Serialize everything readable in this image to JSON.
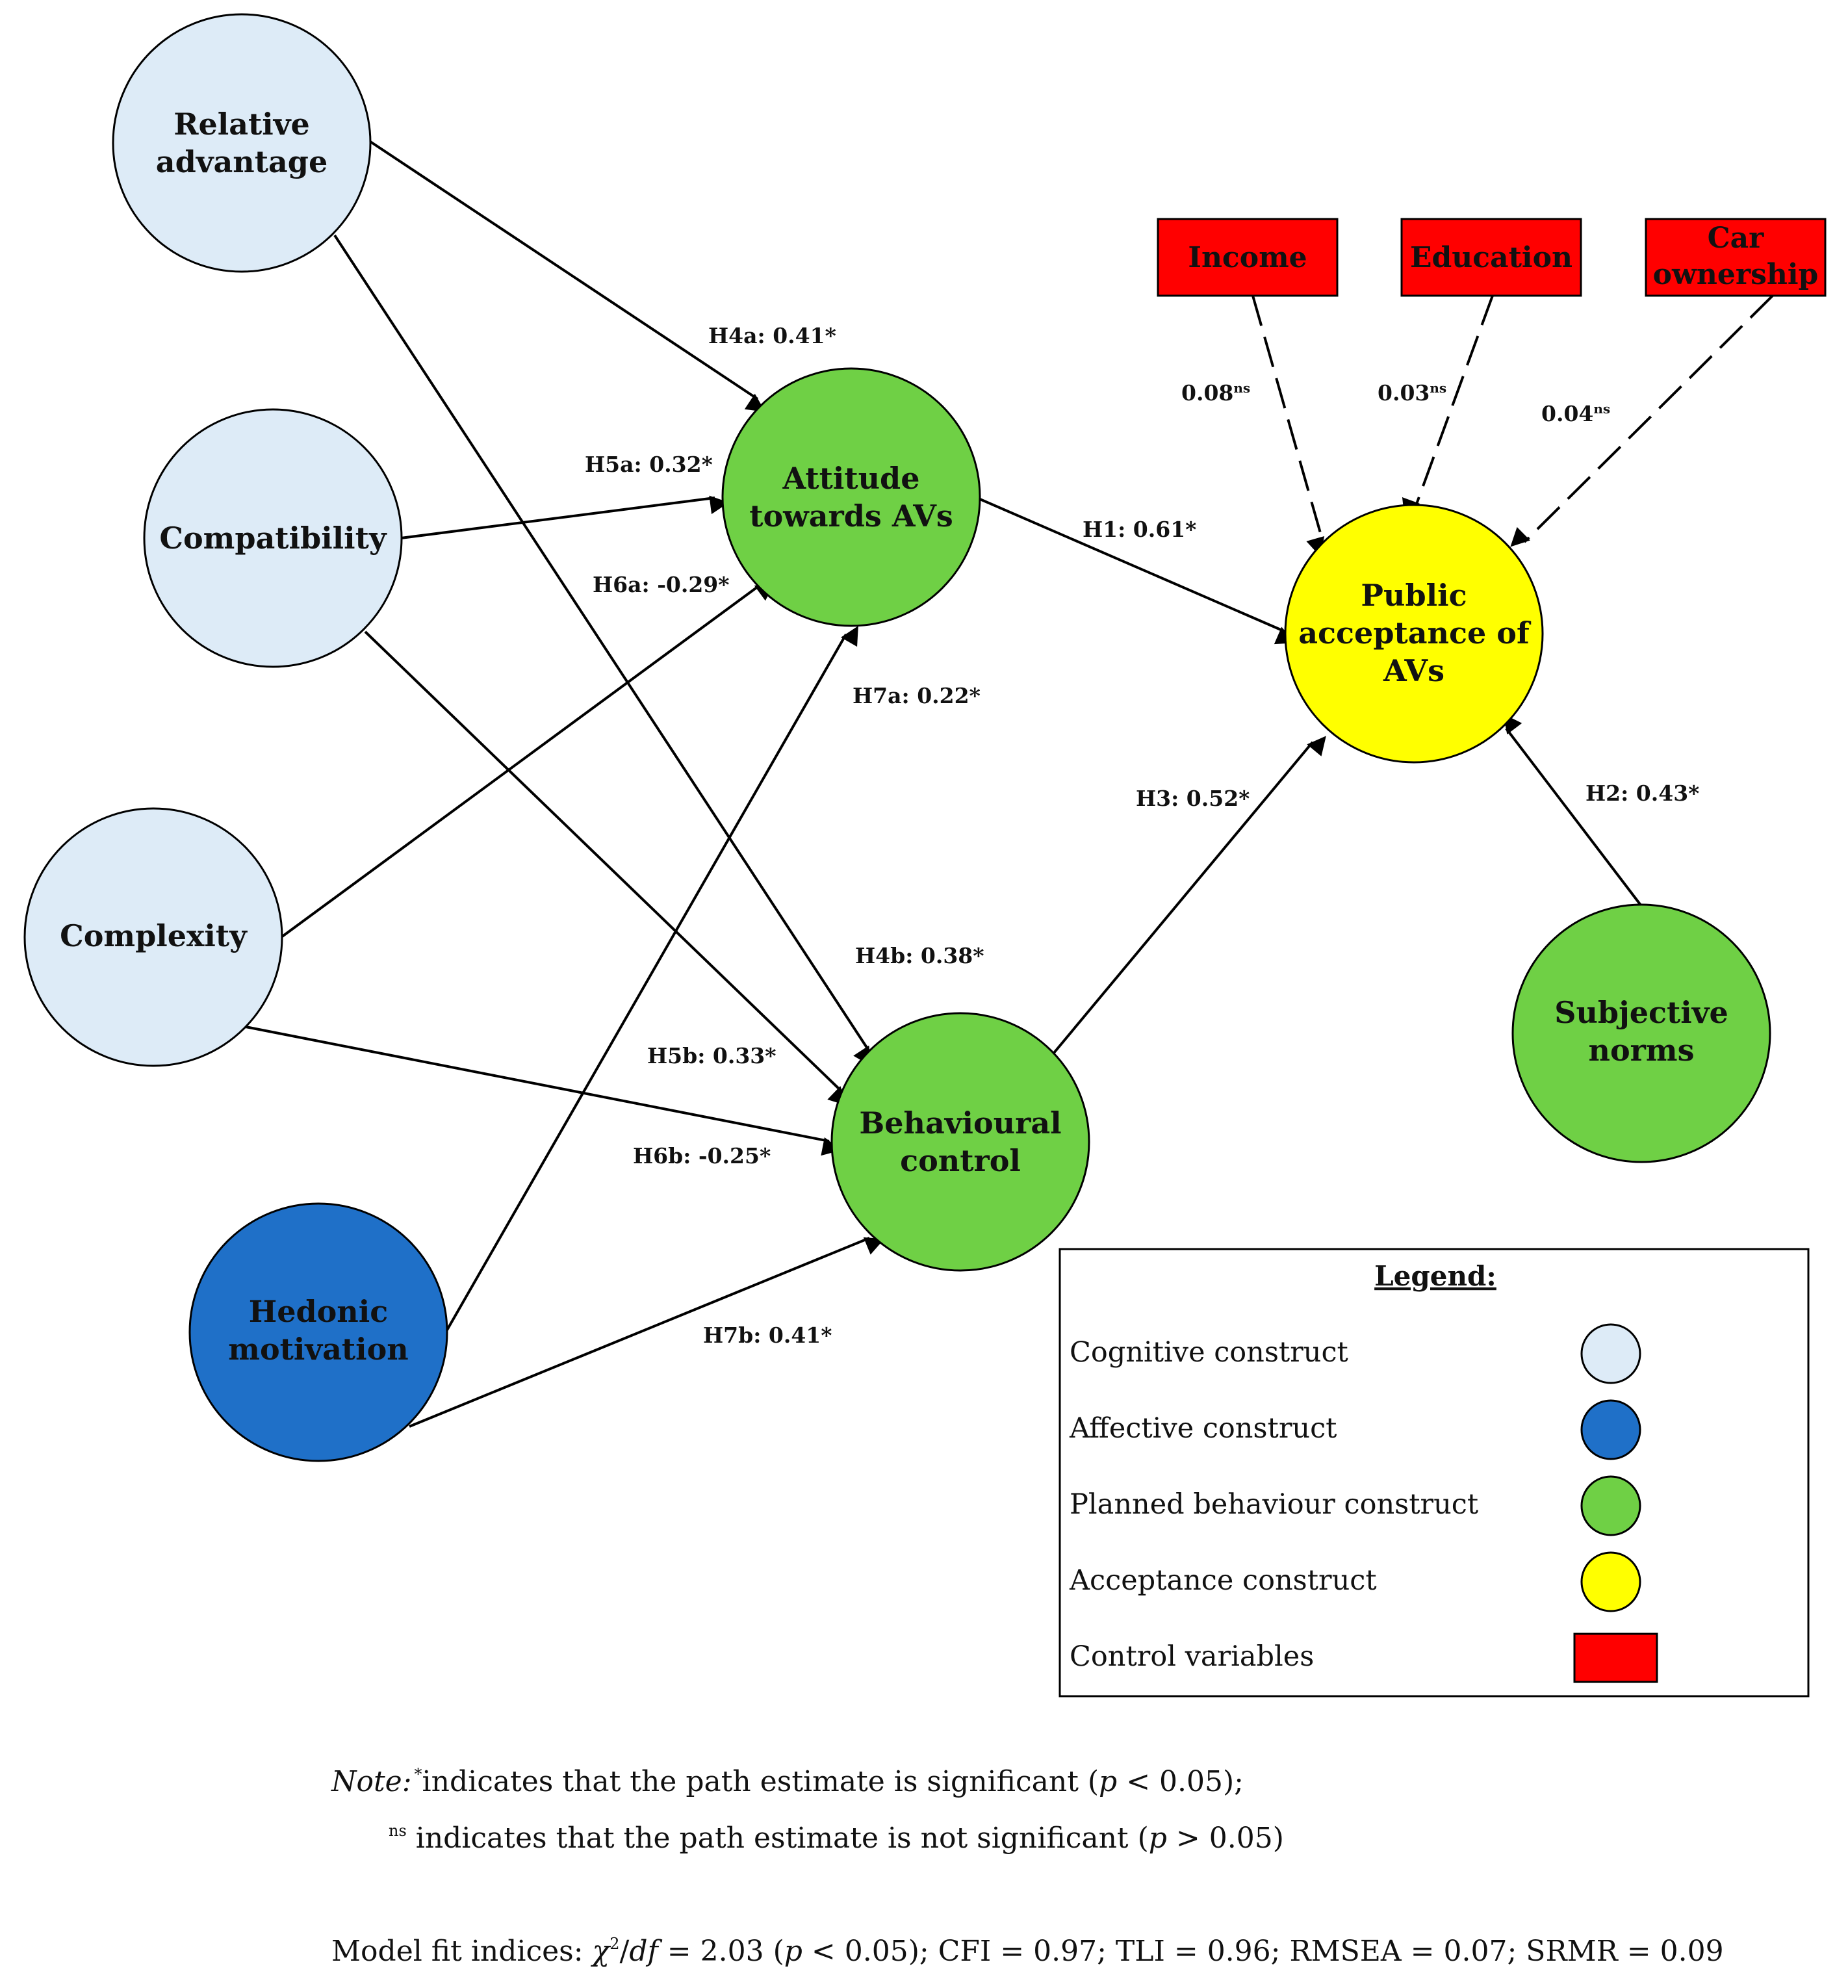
{
  "colors": {
    "cognitive": "#DDEBF7",
    "affective": "#1F70C8",
    "planned": "#6FD045",
    "acceptance": "#FFFF00",
    "control": "#FF0000"
  },
  "nodes": {
    "relative_advantage": [
      "Relative",
      "advantage"
    ],
    "compatibility": [
      "Compatibility"
    ],
    "complexity": [
      "Complexity"
    ],
    "hedonic_motivation": [
      "Hedonic",
      "motivation"
    ],
    "attitude": [
      "Attitude",
      "towards AVs"
    ],
    "behavioural_control": [
      "Behavioural",
      "control"
    ],
    "public_acceptance": [
      "Public",
      "acceptance of",
      "AVs"
    ],
    "subjective_norms": [
      "Subjective",
      "norms"
    ]
  },
  "controls": {
    "income": [
      "Income"
    ],
    "education": [
      "Education"
    ],
    "car_ownership": [
      "Car",
      "ownership"
    ]
  },
  "paths": {
    "h4a": "H4a: 0.41*",
    "h5a": "H5a: 0.32*",
    "h6a": "H6a: -0.29*",
    "h7a": "H7a: 0.22*",
    "h1": "H1: 0.61*",
    "h3": "H3: 0.52*",
    "h2": "H2: 0.43*",
    "h4b": "H4b: 0.38*",
    "h5b": "H5b: 0.33*",
    "h6b": "H6b: -0.25*",
    "h7b": "H7b: 0.41*",
    "income_value": "0.08",
    "education_value": "0.03",
    "car_value": "0.04",
    "ns_mark": "ns"
  },
  "legend": {
    "title": "Legend:",
    "cognitive": "Cognitive construct",
    "affective": "Affective construct",
    "planned": "Planned behaviour construct",
    "acceptance": "Acceptance construct",
    "control": "Control variables"
  },
  "note": {
    "label": "Note:",
    "star": "*",
    "line1_a": "indicates that the path estimate is significant (",
    "p": "p",
    "line1_b": " < 0.05);",
    "ns": "ns",
    "line2_a": " indicates that the path estimate is not significant (",
    "line2_b": " > 0.05)"
  },
  "fit": {
    "a": "Model fit indices: ",
    "chi": "χ",
    "two": "2",
    "slash": "/",
    "df": "df",
    "b": " = 2.03 (",
    "p": "p",
    "c": " < 0.05); CFI = 0.97; TLI = 0.96; RMSEA = 0.07; SRMR = 0.09"
  }
}
